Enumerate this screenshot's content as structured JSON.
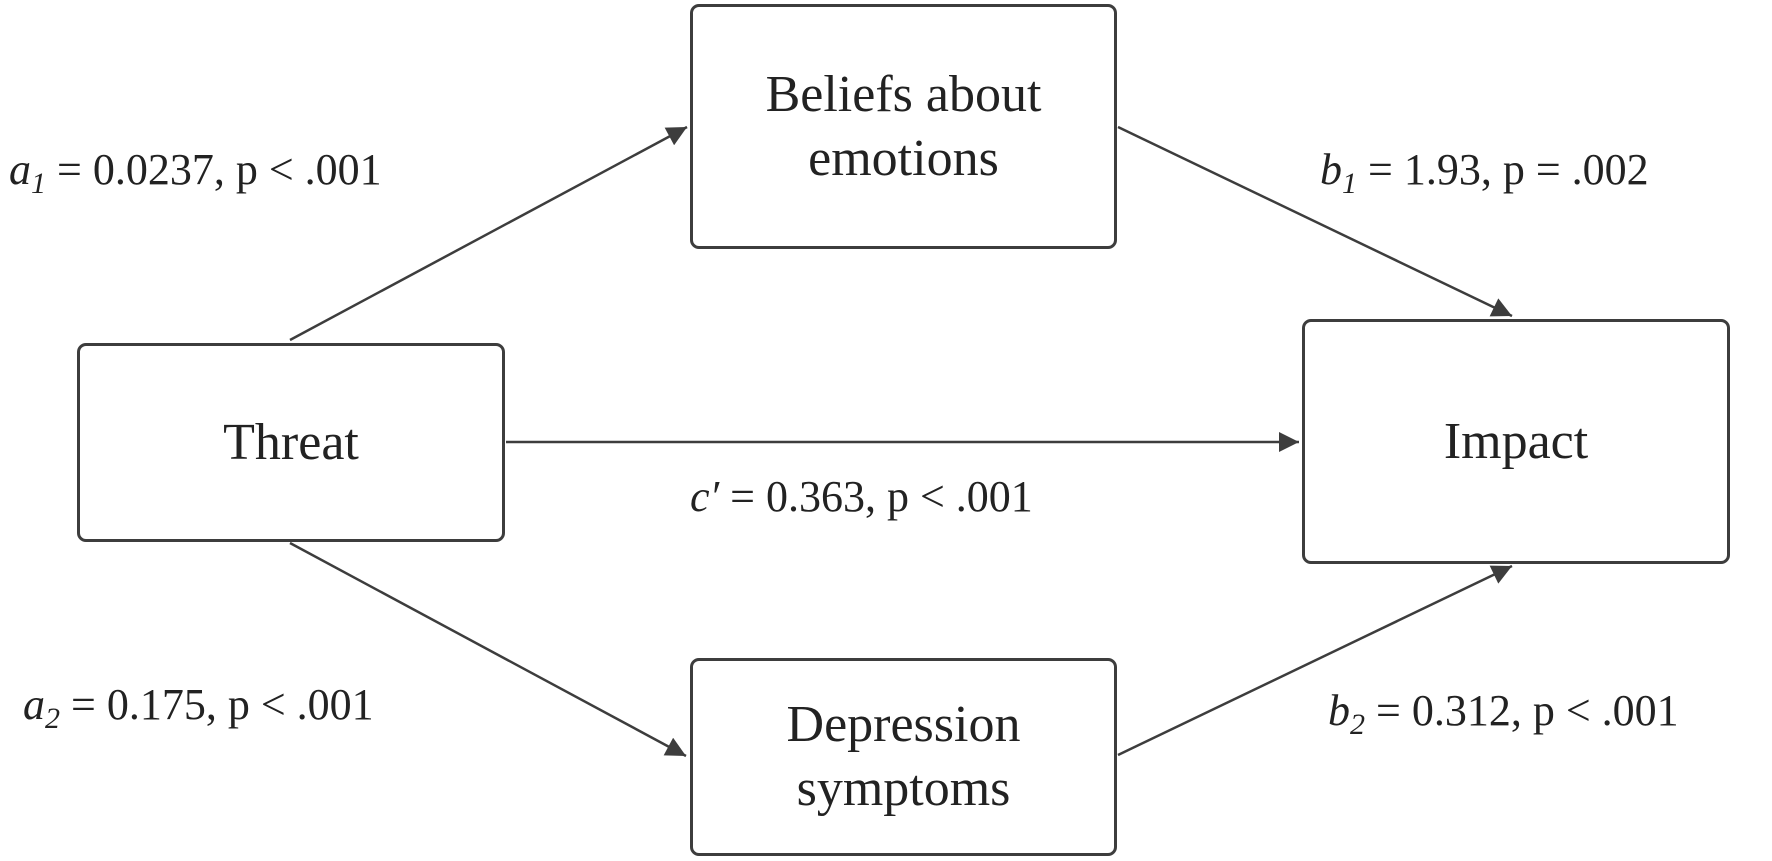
{
  "nodes": {
    "beliefs": {
      "label": "Beliefs about emotions"
    },
    "threat": {
      "label": "Threat"
    },
    "impact": {
      "label": "Impact"
    },
    "depression": {
      "label": "Depression symptoms"
    }
  },
  "paths": {
    "a1": {
      "symbol": "a",
      "subscript": "1",
      "text": " = 0.0237, p < .001"
    },
    "b1": {
      "symbol": "b",
      "subscript": "1",
      "text": " = 1.93, p = .002"
    },
    "c_prime": {
      "symbol": "c",
      "prime": "′",
      "text": " = 0.363, p < .001"
    },
    "a2": {
      "symbol": "a",
      "subscript": "2",
      "text": " = 0.175, p < .001"
    },
    "b2": {
      "symbol": "b",
      "subscript": "2",
      "text": " = 0.312, p < .001"
    }
  },
  "colors": {
    "stroke": "#3d3d3d",
    "text": "#222222",
    "background": "#ffffff"
  }
}
